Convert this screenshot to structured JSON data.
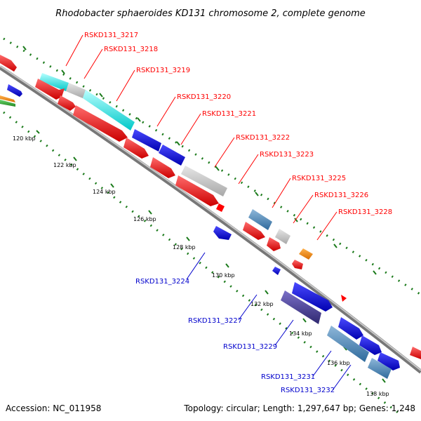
{
  "title": "Rhodobacter sphaeroides KD131 chromosome 2, complete genome",
  "footer": {
    "accession": "Accession: NC_011958",
    "topology": "Topology: circular; Length: 1,297,647 bp; Genes: 1,248"
  },
  "ticks": [
    "120 kbp",
    "122 kbp",
    "124 kbp",
    "126 kbp",
    "128 kbp",
    "130 kbp",
    "132 kbp",
    "134 kbp",
    "136 kbp",
    "138 kbp"
  ],
  "gene_labels": [
    {
      "text": "RSKD131_3217",
      "color": "#ff0000"
    },
    {
      "text": "RSKD131_3218",
      "color": "#ff0000"
    },
    {
      "text": "RSKD131_3219",
      "color": "#ff0000"
    },
    {
      "text": "RSKD131_3220",
      "color": "#ff0000"
    },
    {
      "text": "RSKD131_3221",
      "color": "#ff0000"
    },
    {
      "text": "RSKD131_3222",
      "color": "#ff0000"
    },
    {
      "text": "RSKD131_3223",
      "color": "#ff0000"
    },
    {
      "text": "RSKD131_3225",
      "color": "#ff0000"
    },
    {
      "text": "RSKD131_3226",
      "color": "#ff0000"
    },
    {
      "text": "RSKD131_3228",
      "color": "#ff0000"
    },
    {
      "text": "RSKD131_3224",
      "color": "#0000cc"
    },
    {
      "text": "RSKD131_3227",
      "color": "#0000cc"
    },
    {
      "text": "RSKD131_3229",
      "color": "#0000cc"
    },
    {
      "text": "RSKD131_3231",
      "color": "#0000cc"
    },
    {
      "text": "RSKD131_3232",
      "color": "#0000cc"
    }
  ],
  "colors": {
    "backbone": "#8c8c8c",
    "forward": "#ff0000",
    "reverse": "#0000ff",
    "cyan": "#00ffff",
    "gray": "#c8c8c8",
    "steel": "#4682b4",
    "purple": "#483d8b",
    "orange": "#ff8c00",
    "green": "#33aa33",
    "dots": "#1a7a1a"
  }
}
